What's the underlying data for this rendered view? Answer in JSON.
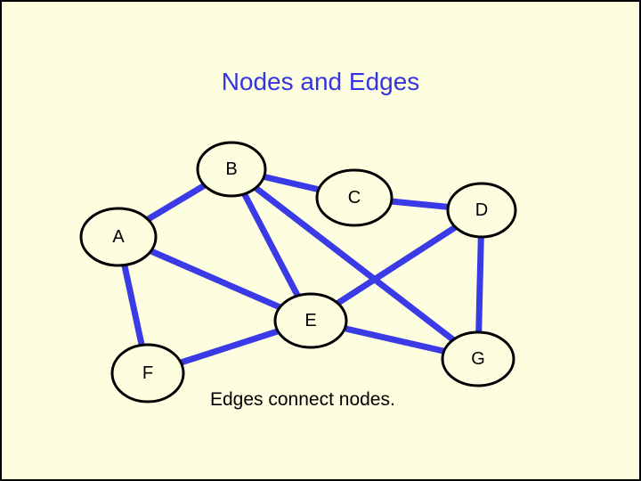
{
  "slide": {
    "title": "Nodes and Edges",
    "caption": "Edges connect nodes."
  },
  "colors": {
    "background": "#fdfde0",
    "edge": "#3a3ae6",
    "title": "#3535e0",
    "outline": "#000000"
  },
  "graph": {
    "nodes": [
      {
        "id": "B",
        "label": "B"
      },
      {
        "id": "C",
        "label": "C"
      },
      {
        "id": "D",
        "label": "D"
      },
      {
        "id": "A",
        "label": "A"
      },
      {
        "id": "E",
        "label": "E"
      },
      {
        "id": "F",
        "label": "F"
      },
      {
        "id": "G",
        "label": "G"
      }
    ],
    "edges": [
      [
        "A",
        "B"
      ],
      [
        "B",
        "C"
      ],
      [
        "B",
        "E"
      ],
      [
        "B",
        "G"
      ],
      [
        "C",
        "D"
      ],
      [
        "A",
        "E"
      ],
      [
        "A",
        "F"
      ],
      [
        "D",
        "E"
      ],
      [
        "D",
        "G"
      ],
      [
        "E",
        "G"
      ],
      [
        "F",
        "E"
      ]
    ]
  }
}
